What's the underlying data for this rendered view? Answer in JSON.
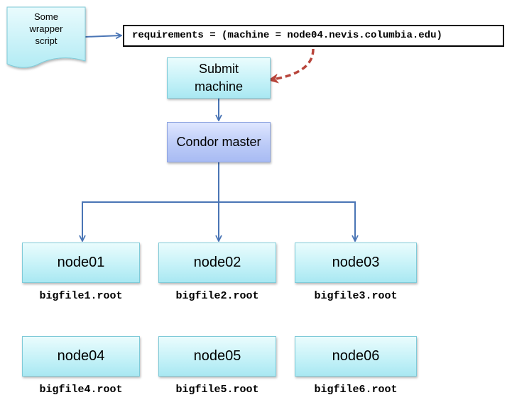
{
  "wrapper_script": {
    "lines": [
      "Some",
      "wrapper",
      "script"
    ]
  },
  "requirements": {
    "text": "requirements = (machine = node04.nevis.columbia.edu)"
  },
  "submit_machine": {
    "lines": [
      "Submit",
      "machine"
    ]
  },
  "condor_master": {
    "label": "Condor master"
  },
  "nodes": [
    {
      "label": "node01",
      "file": "bigfile1.root"
    },
    {
      "label": "node02",
      "file": "bigfile2.root"
    },
    {
      "label": "node03",
      "file": "bigfile3.root"
    },
    {
      "label": "node04",
      "file": "bigfile4.root"
    },
    {
      "label": "node05",
      "file": "bigfile5.root"
    },
    {
      "label": "node06",
      "file": "bigfile6.root"
    }
  ],
  "colors": {
    "connector": "#4a75b5",
    "dashed_arrow": "#b8453b",
    "node_fill": "#c6f2f8",
    "master_fill": "#bccbf7"
  }
}
